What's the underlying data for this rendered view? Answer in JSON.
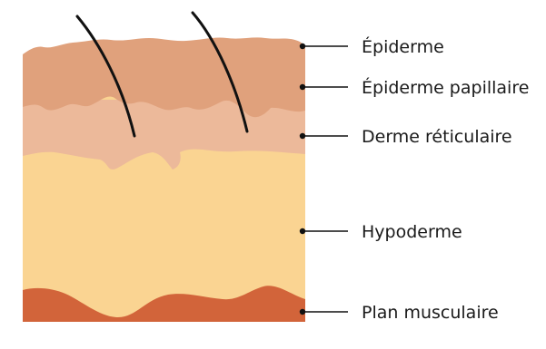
{
  "diagram": {
    "layers": [
      {
        "id": "epidermis",
        "label": "Épiderme",
        "color": "#e0a17c"
      },
      {
        "id": "papillary",
        "label": "Épiderme papillaire",
        "color": "#e0a17c"
      },
      {
        "id": "reticular",
        "label": "Derme réticulaire",
        "color": "#ecb99a"
      },
      {
        "id": "hypodermis",
        "label": "Hypoderme",
        "color": "#fad492"
      },
      {
        "id": "muscle",
        "label": "Plan musculaire",
        "color": "#d2643a"
      }
    ],
    "hair_color": "#111111",
    "leader_color": "#111111"
  }
}
